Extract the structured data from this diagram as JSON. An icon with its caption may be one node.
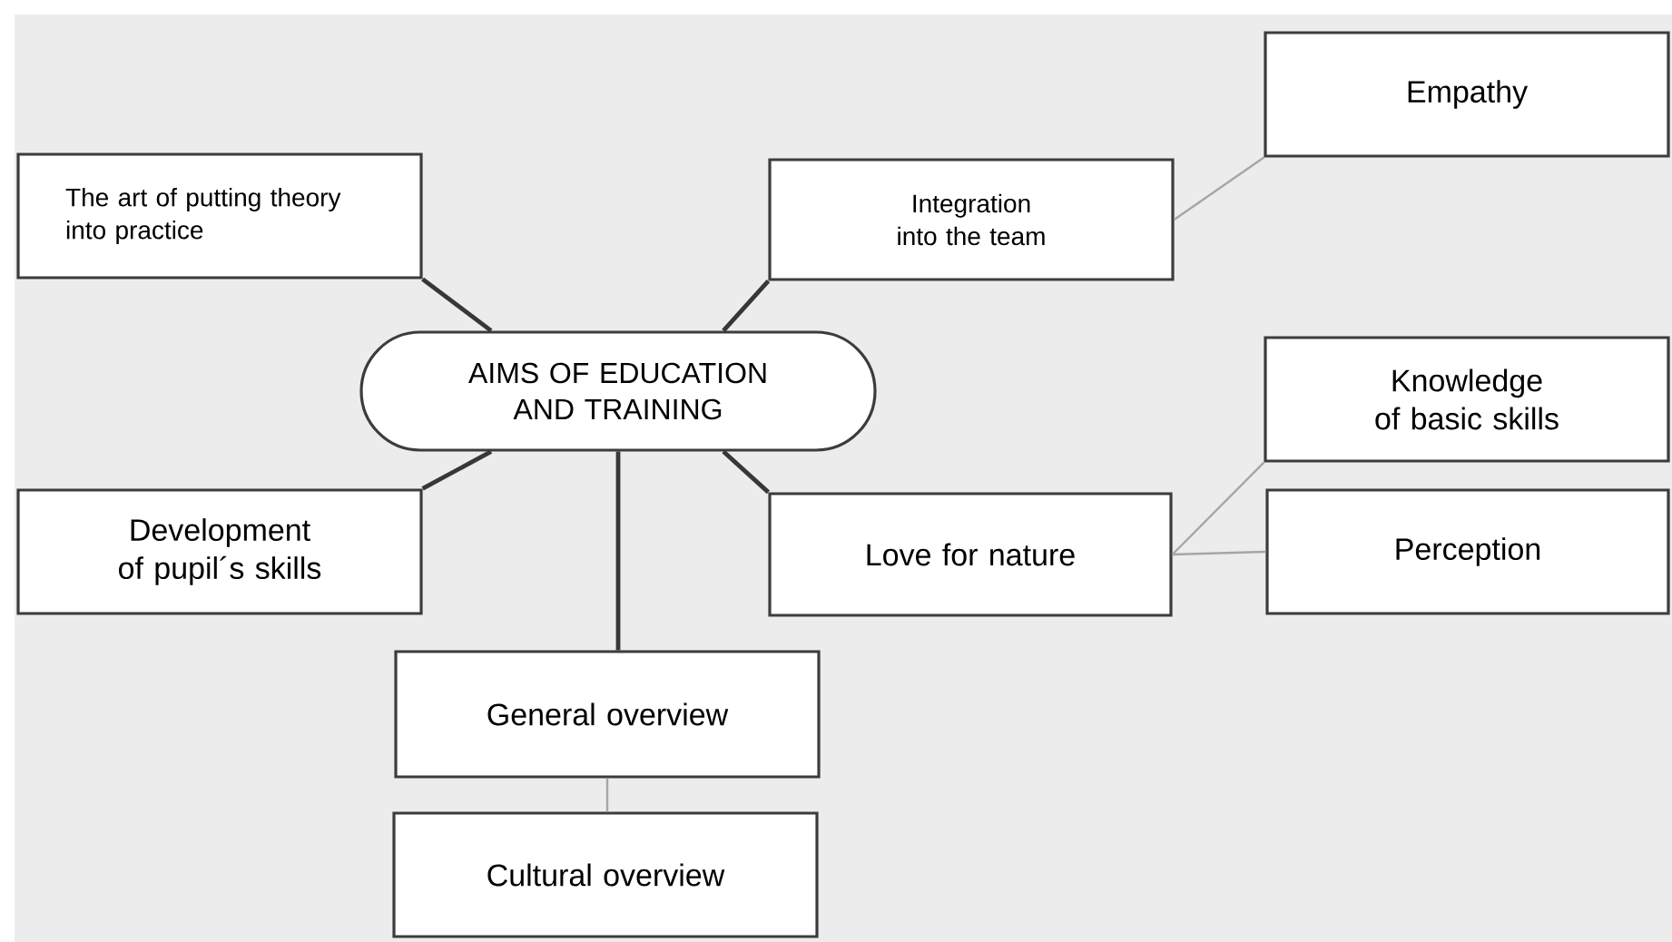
{
  "diagram": {
    "nodes": [
      {
        "text": [
          "AIMS OF EDUCATION AND TRAINING"
        ]
      },
      {
        "text": [
          "The art of putting theory into practice"
        ]
      },
      {
        "text": [
          "Integration into the team"
        ]
      },
      {
        "text": [
          "Empathy"
        ]
      },
      {
        "text": [
          "Development of pupil´s skills"
        ]
      },
      {
        "text": [
          "Love for nature"
        ]
      },
      {
        "text": [
          "Knowledge of basic skills"
        ]
      },
      {
        "text": [
          "Perception"
        ]
      },
      {
        "text": [
          "General overview"
        ]
      },
      {
        "text": [
          "Cultural overview"
        ]
      }
    ],
    "edges": [
      {
        "from": 0,
        "to": 1,
        "arrow": "none"
      },
      {
        "from": 0,
        "to": 2,
        "arrow": "none"
      },
      {
        "from": 2,
        "to": 3,
        "arrow": "none",
        "color": "#a6a6a6"
      },
      {
        "from": 0,
        "to": 4,
        "arrow": "none"
      },
      {
        "from": 0,
        "to": 5,
        "arrow": "none"
      },
      {
        "from": 5,
        "to": 6,
        "arrow": "none",
        "color": "#a6a6a6"
      },
      {
        "from": 5,
        "to": 7,
        "arrow": "none",
        "color": "#a6a6a6"
      },
      {
        "from": 0,
        "to": 8,
        "arrow": "none"
      },
      {
        "from": 8,
        "to": 9,
        "arrow": "none",
        "color": "#a6a6a6"
      }
    ]
  }
}
